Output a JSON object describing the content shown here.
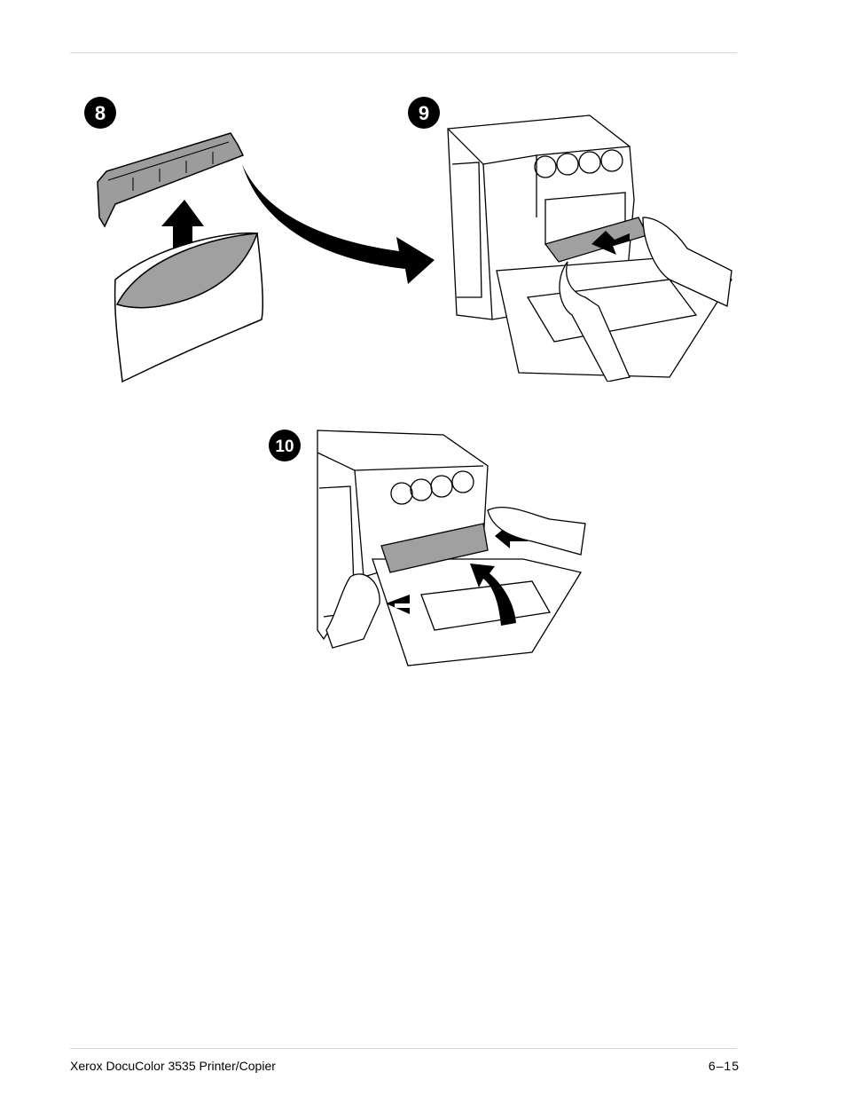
{
  "steps": [
    {
      "number": "8"
    },
    {
      "number": "9"
    },
    {
      "number": "10"
    }
  ],
  "footer": {
    "title": "Xerox DocuColor 3535 Printer/Copier",
    "page": "6–15"
  },
  "colors": {
    "rule": "#e6dd8c",
    "part_gray": "#a0a0a0"
  }
}
